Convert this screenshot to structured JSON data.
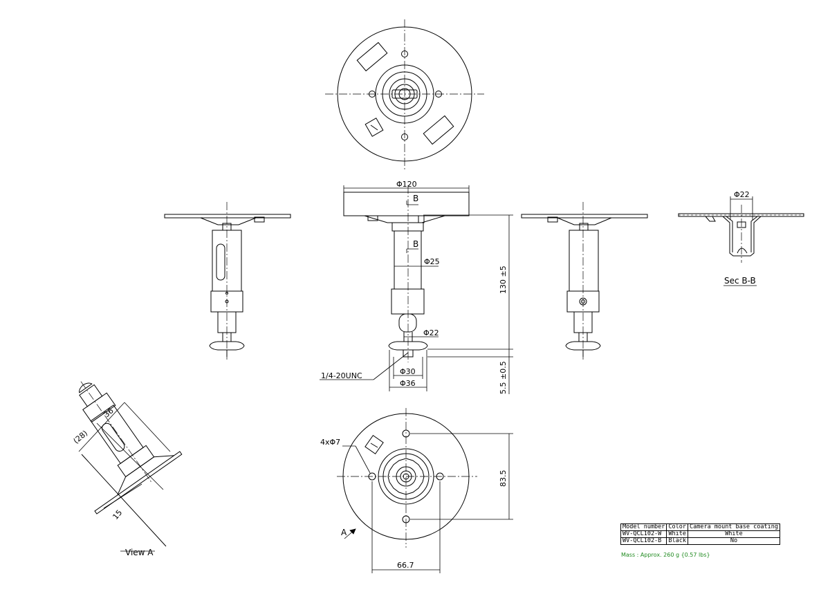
{
  "dimensions": {
    "d120": "Φ120",
    "d25": "Φ25",
    "d22": "Φ22",
    "d30": "Φ30",
    "d36": "Φ36",
    "d22_section": "Φ22",
    "h130": "130 ±5",
    "h55": "5.5 ±0.5",
    "thread": "1/4-20UNC",
    "holes": "4xΦ7",
    "pcd_v": "83.5",
    "pcd_h": "66.7",
    "view_a_36": "36",
    "view_a_28": "(28)",
    "view_a_15": "15"
  },
  "labels": {
    "section_marker": "B",
    "section_title": "Sec B-B",
    "view_title": "View A",
    "view_arrow": "A"
  },
  "spec_table": {
    "headers": [
      "Model number",
      "Color",
      "Camera mount base coating"
    ],
    "rows": [
      [
        "WV-QCL102-W",
        "White",
        "White"
      ],
      [
        "WV-QCL102-B",
        "Black",
        "No"
      ]
    ]
  },
  "mass_note": "Mass : Approx. 260 g {0.57 lbs}",
  "colors": {
    "line": "#000000",
    "note": "#1f8a1f"
  }
}
